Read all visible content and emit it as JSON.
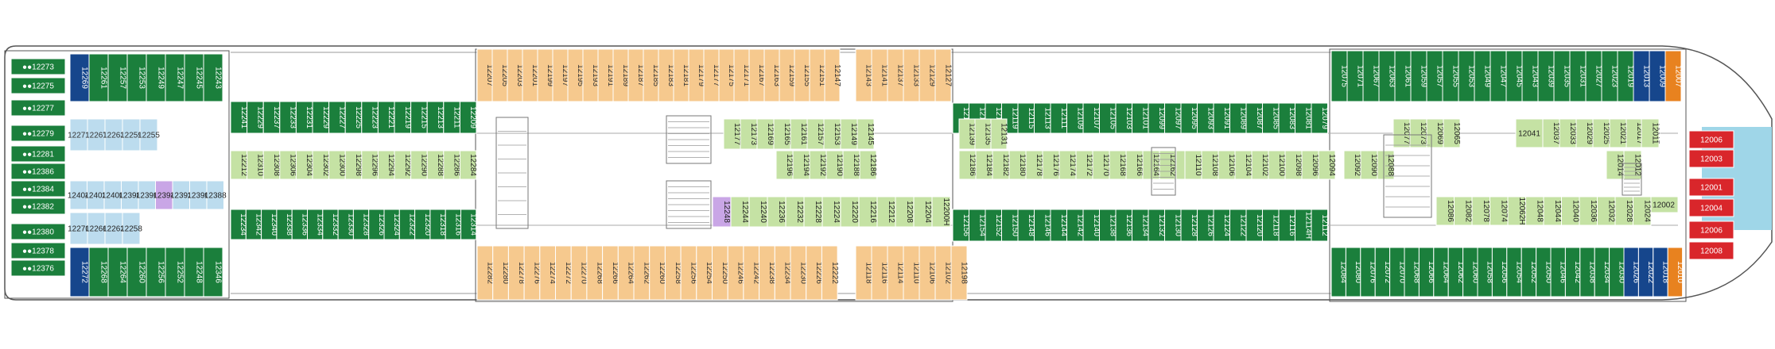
{
  "colors": {
    "balcony": "#1b7f3c",
    "inside": "#c5e2a4",
    "oceanview": "#bcdcee",
    "suite": "#16468c",
    "interior": "#f6c98e",
    "accessible": "#c9a6e6",
    "yacht": "#d9262b",
    "bow": "#e8821f",
    "outline": "#555555",
    "sea": "#9fd6e8"
  },
  "labels": {
    "lift_left_top": "Lift",
    "lift_left_bottom": "Lift",
    "lift_right": "Lift",
    "panoramic_lift_top": "Panoramic Lift",
    "panoramic_lift_bottom": "Panoramic Lift"
  },
  "stern_cabins": [
    "●●12273",
    "●●12275",
    "●●12277",
    "I",
    "●●12279",
    "●●12281",
    "●●12386",
    "●●12384",
    "●●12382",
    "I",
    "●●12380",
    "●●12378",
    "●●12376"
  ],
  "rows": {
    "A_top_left": [
      "12269",
      "12261",
      "12257",
      "12253",
      "12249",
      "12247",
      "12245",
      "12243"
    ],
    "A_top_left_b": [
      "12241",
      "12229",
      "12237",
      "12233",
      "12231",
      "12229",
      "12227",
      "12225",
      "12223",
      "12221",
      "12219",
      "12215",
      "12213",
      "12211",
      "12209"
    ],
    "A_top_mid": [
      "12207",
      "12205",
      "12203",
      "12201",
      "12199",
      "12197",
      "12195",
      "12193",
      "12191",
      "12189",
      "12187",
      "12185",
      "12183",
      "12181",
      "12179",
      "12177",
      "12175",
      "12171",
      "12167",
      "12163",
      "12159",
      "12155",
      "12151",
      "12147"
    ],
    "A_top_mid2": [
      "12143",
      "12141",
      "12137",
      "12133",
      "12129",
      "12127"
    ],
    "A_top_fwd_b": [
      "12125",
      "12123",
      "12121",
      "12119",
      "12115",
      "12113",
      "12111",
      "12109",
      "12107",
      "12105",
      "12103",
      "12101",
      "12099",
      "12097",
      "12095",
      "12093",
      "12091",
      "12089",
      "12087",
      "12085",
      "12083",
      "12081",
      "12079"
    ],
    "A_top_fwd": [
      "12075",
      "12071",
      "12067",
      "12063",
      "12061",
      "12059",
      "12057",
      "12055",
      "12053",
      "12049",
      "12047",
      "12045",
      "12043",
      "12039",
      "12035",
      "12031",
      "12027",
      "12023",
      "12019",
      "12013",
      "12009",
      "12007"
    ],
    "B_inside_left": [
      "12271",
      "12267",
      "12263",
      "12259",
      "12255",
      "12276",
      "12272",
      "12268",
      "12264",
      "12260",
      "12256",
      "12252",
      "12248"
    ],
    "C_inside_left": [
      "12212",
      "12310",
      "12308",
      "12306",
      "12304",
      "12302",
      "12300",
      "12298",
      "12296",
      "12294",
      "12292",
      "12290",
      "12288",
      "12286",
      "12284"
    ],
    "C_inside_mid": [
      "12177",
      "12173",
      "12169",
      "12165",
      "12161",
      "12157",
      "12153",
      "12149",
      "12145",
      "12196",
      "12194",
      "12192",
      "12190",
      "12188",
      "12186"
    ],
    "C_inside_fwd": [
      "12139",
      "12135",
      "12131",
      "12186",
      "12184",
      "12182",
      "12180",
      "12178",
      "12176",
      "12174",
      "12172",
      "12170",
      "12168",
      "12166",
      "12164",
      "12162",
      "12160",
      "12158H",
      "12110",
      "12108",
      "12106",
      "12104",
      "12102",
      "12100",
      "12098",
      "12096",
      "12094"
    ],
    "C_inside_fwd2": [
      "12092",
      "12090",
      "12088",
      "12077",
      "12073",
      "12069",
      "12065",
      "12041",
      "12037",
      "12033",
      "12029",
      "12025",
      "12021",
      "12017",
      "12015",
      "12014",
      "12012",
      "12011",
      "12002"
    ],
    "D_inside_left": [
      "12404",
      "12402",
      "12400",
      "12398",
      "12396",
      "12394",
      "12392",
      "12390",
      "12388",
      "12270",
      "12266",
      "12262",
      "12258"
    ],
    "E_inside_mid": [
      "12248",
      "12244",
      "12240",
      "12236",
      "12232",
      "12228",
      "12224",
      "12220",
      "12216",
      "12212",
      "12208",
      "12204",
      "12200H"
    ],
    "E_inside_fwd": [
      "12086",
      "12082",
      "12078",
      "12074",
      "12062H",
      "12048",
      "12044",
      "12040",
      "12036",
      "12032",
      "12028",
      "12024"
    ],
    "F_bot_left": [
      "12234",
      "12342",
      "12340",
      "12338",
      "12336",
      "12334",
      "12332",
      "12330",
      "12328",
      "12326",
      "12324",
      "12322",
      "12320",
      "12318",
      "12316",
      "12314"
    ],
    "F_bot_mid_b": [
      "12156",
      "12154",
      "12152",
      "12150",
      "12148",
      "12146",
      "12144",
      "12142",
      "12140",
      "12138",
      "12136",
      "12134",
      "12132",
      "12130",
      "12128",
      "12126",
      "12124",
      "12122",
      "12120",
      "12118",
      "12116",
      "12114H",
      "12112"
    ],
    "G_bot_left": [
      "12272",
      "12268",
      "12264",
      "12260",
      "12256",
      "12252",
      "12248",
      "12346"
    ],
    "G_bot_mid": [
      "12282",
      "12280",
      "12278",
      "12276",
      "12274",
      "12272",
      "12270",
      "12268",
      "12266",
      "12264",
      "12262",
      "12260",
      "12258",
      "12256",
      "12254",
      "12250",
      "12246",
      "12242",
      "12238",
      "12234",
      "12230",
      "12226",
      "12222"
    ],
    "G_bot_mid2": [
      "12118",
      "12116",
      "12114",
      "12110",
      "12106",
      "12102",
      "12198"
    ],
    "G_bot_fwd": [
      "12084",
      "12080",
      "12076",
      "12072",
      "12070",
      "12068",
      "12066",
      "12064",
      "12062",
      "12060",
      "12058",
      "12056",
      "12054",
      "12052",
      "12050",
      "12046",
      "12042",
      "12038",
      "12034",
      "12030",
      "12026",
      "12022",
      "12018",
      "12010"
    ],
    "yacht_club": [
      "12006",
      "12003",
      "12001",
      "12004",
      "12006",
      "12008"
    ]
  }
}
